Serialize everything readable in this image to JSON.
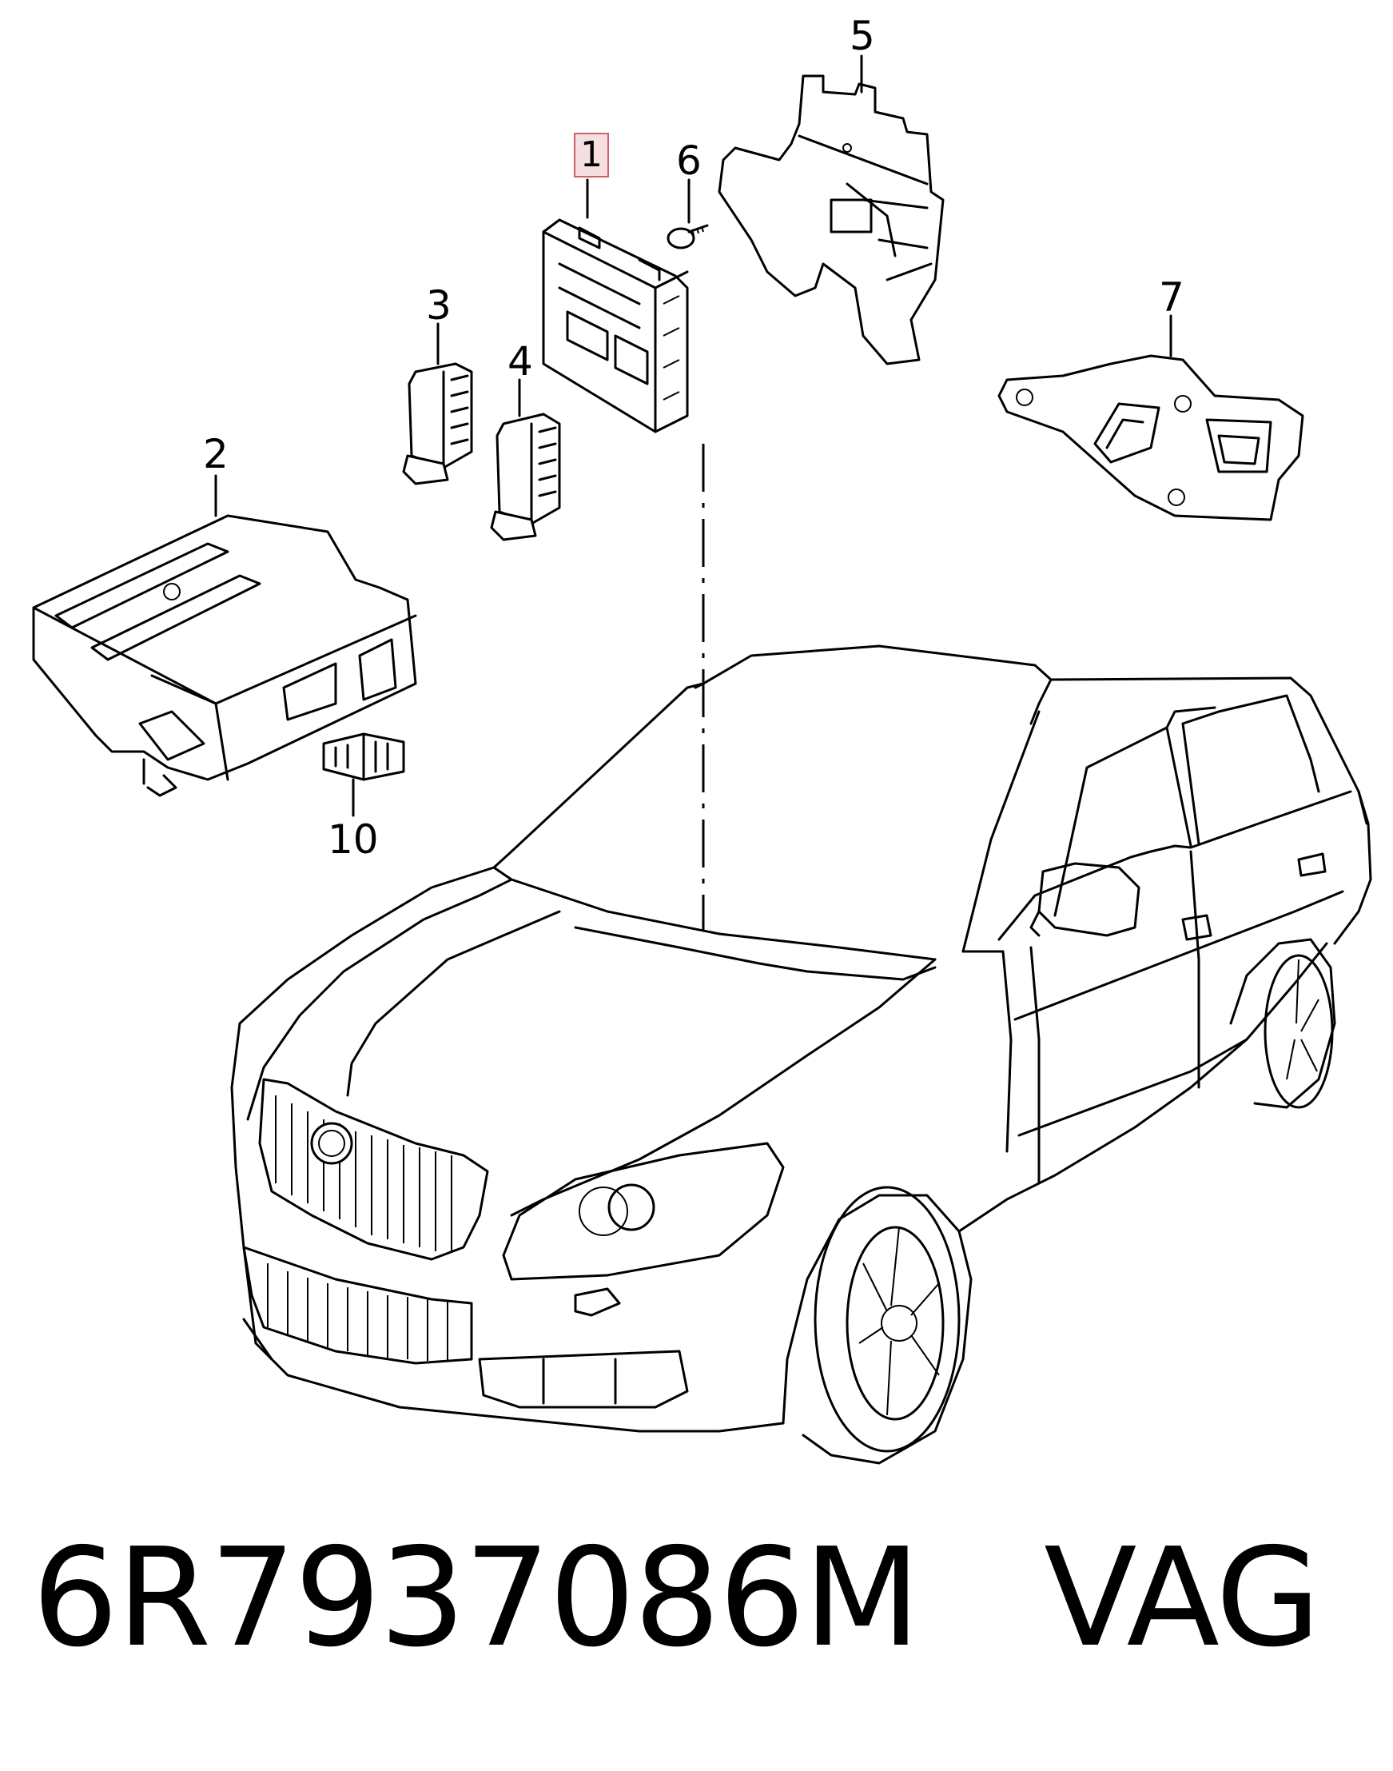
{
  "diagram": {
    "callouts": [
      {
        "id": "c1",
        "label": "1",
        "highlighted": true
      },
      {
        "id": "c2",
        "label": "2"
      },
      {
        "id": "c3",
        "label": "3"
      },
      {
        "id": "c4",
        "label": "4"
      },
      {
        "id": "c5",
        "label": "5"
      },
      {
        "id": "c6",
        "label": "6"
      },
      {
        "id": "c7",
        "label": "7"
      },
      {
        "id": "c10",
        "label": "10"
      }
    ],
    "highlight_color": "#d0606a"
  },
  "caption": {
    "part_number": "6R7937086M",
    "brand": "VAG"
  }
}
